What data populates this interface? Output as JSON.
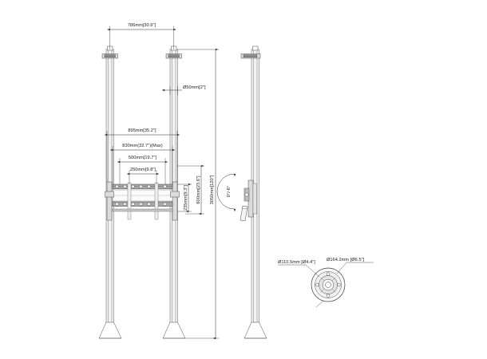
{
  "drawing": {
    "title": "Dual pole floor-to-ceiling display mount technical drawing",
    "background_color": "#ffffff",
    "line_color": "#4a4a4a",
    "dimension_color": "#2b2b2b",
    "views": {
      "front": "front-elevation",
      "side": "side-elevation",
      "detail": "base-flange-detail"
    }
  },
  "dimensions": {
    "pole_spacing": "786mm[30.9\"]",
    "pole_diameter": "Ø50mm[2\"]",
    "bracket_outer_width": "895mm[35.2\"]",
    "screen_max_width": "830mm(32.7\")(Max)",
    "vesa_width_500": "500mm[19.7\"]",
    "vesa_width_250": "250mm[9.8\"]",
    "vesa_height_235": "235mm[9.3\"]",
    "mount_height_600": "600mm[23.6\"]",
    "total_height_3050": "3050mm[120\"]",
    "tilt_angle": "0°/-6°",
    "flange_inner_diameter": "Ø110.5mm [Ø4.4\"]",
    "flange_outer_diameter": "Ø164.2mm [Ø6.5\"]"
  },
  "labels": {
    "top_width": "786mm[30.9\"]",
    "pole_dia": "Ø50mm[2\"]",
    "w895": "895mm[35.2\"]",
    "w830": "830mm(32.7\")(Max)",
    "w500": "500mm[19.7\"]",
    "w250": "250mm[9.8\"]",
    "h235": "235mm[9.3\"]",
    "h600": "600mm[23.6\"]",
    "h3050": "3050mm[120\"]",
    "angle": "0°/-6°",
    "dia110": "Ø110.5mm [Ø4.4\"]",
    "dia164": "Ø164.2mm [Ø6.5\"]"
  }
}
